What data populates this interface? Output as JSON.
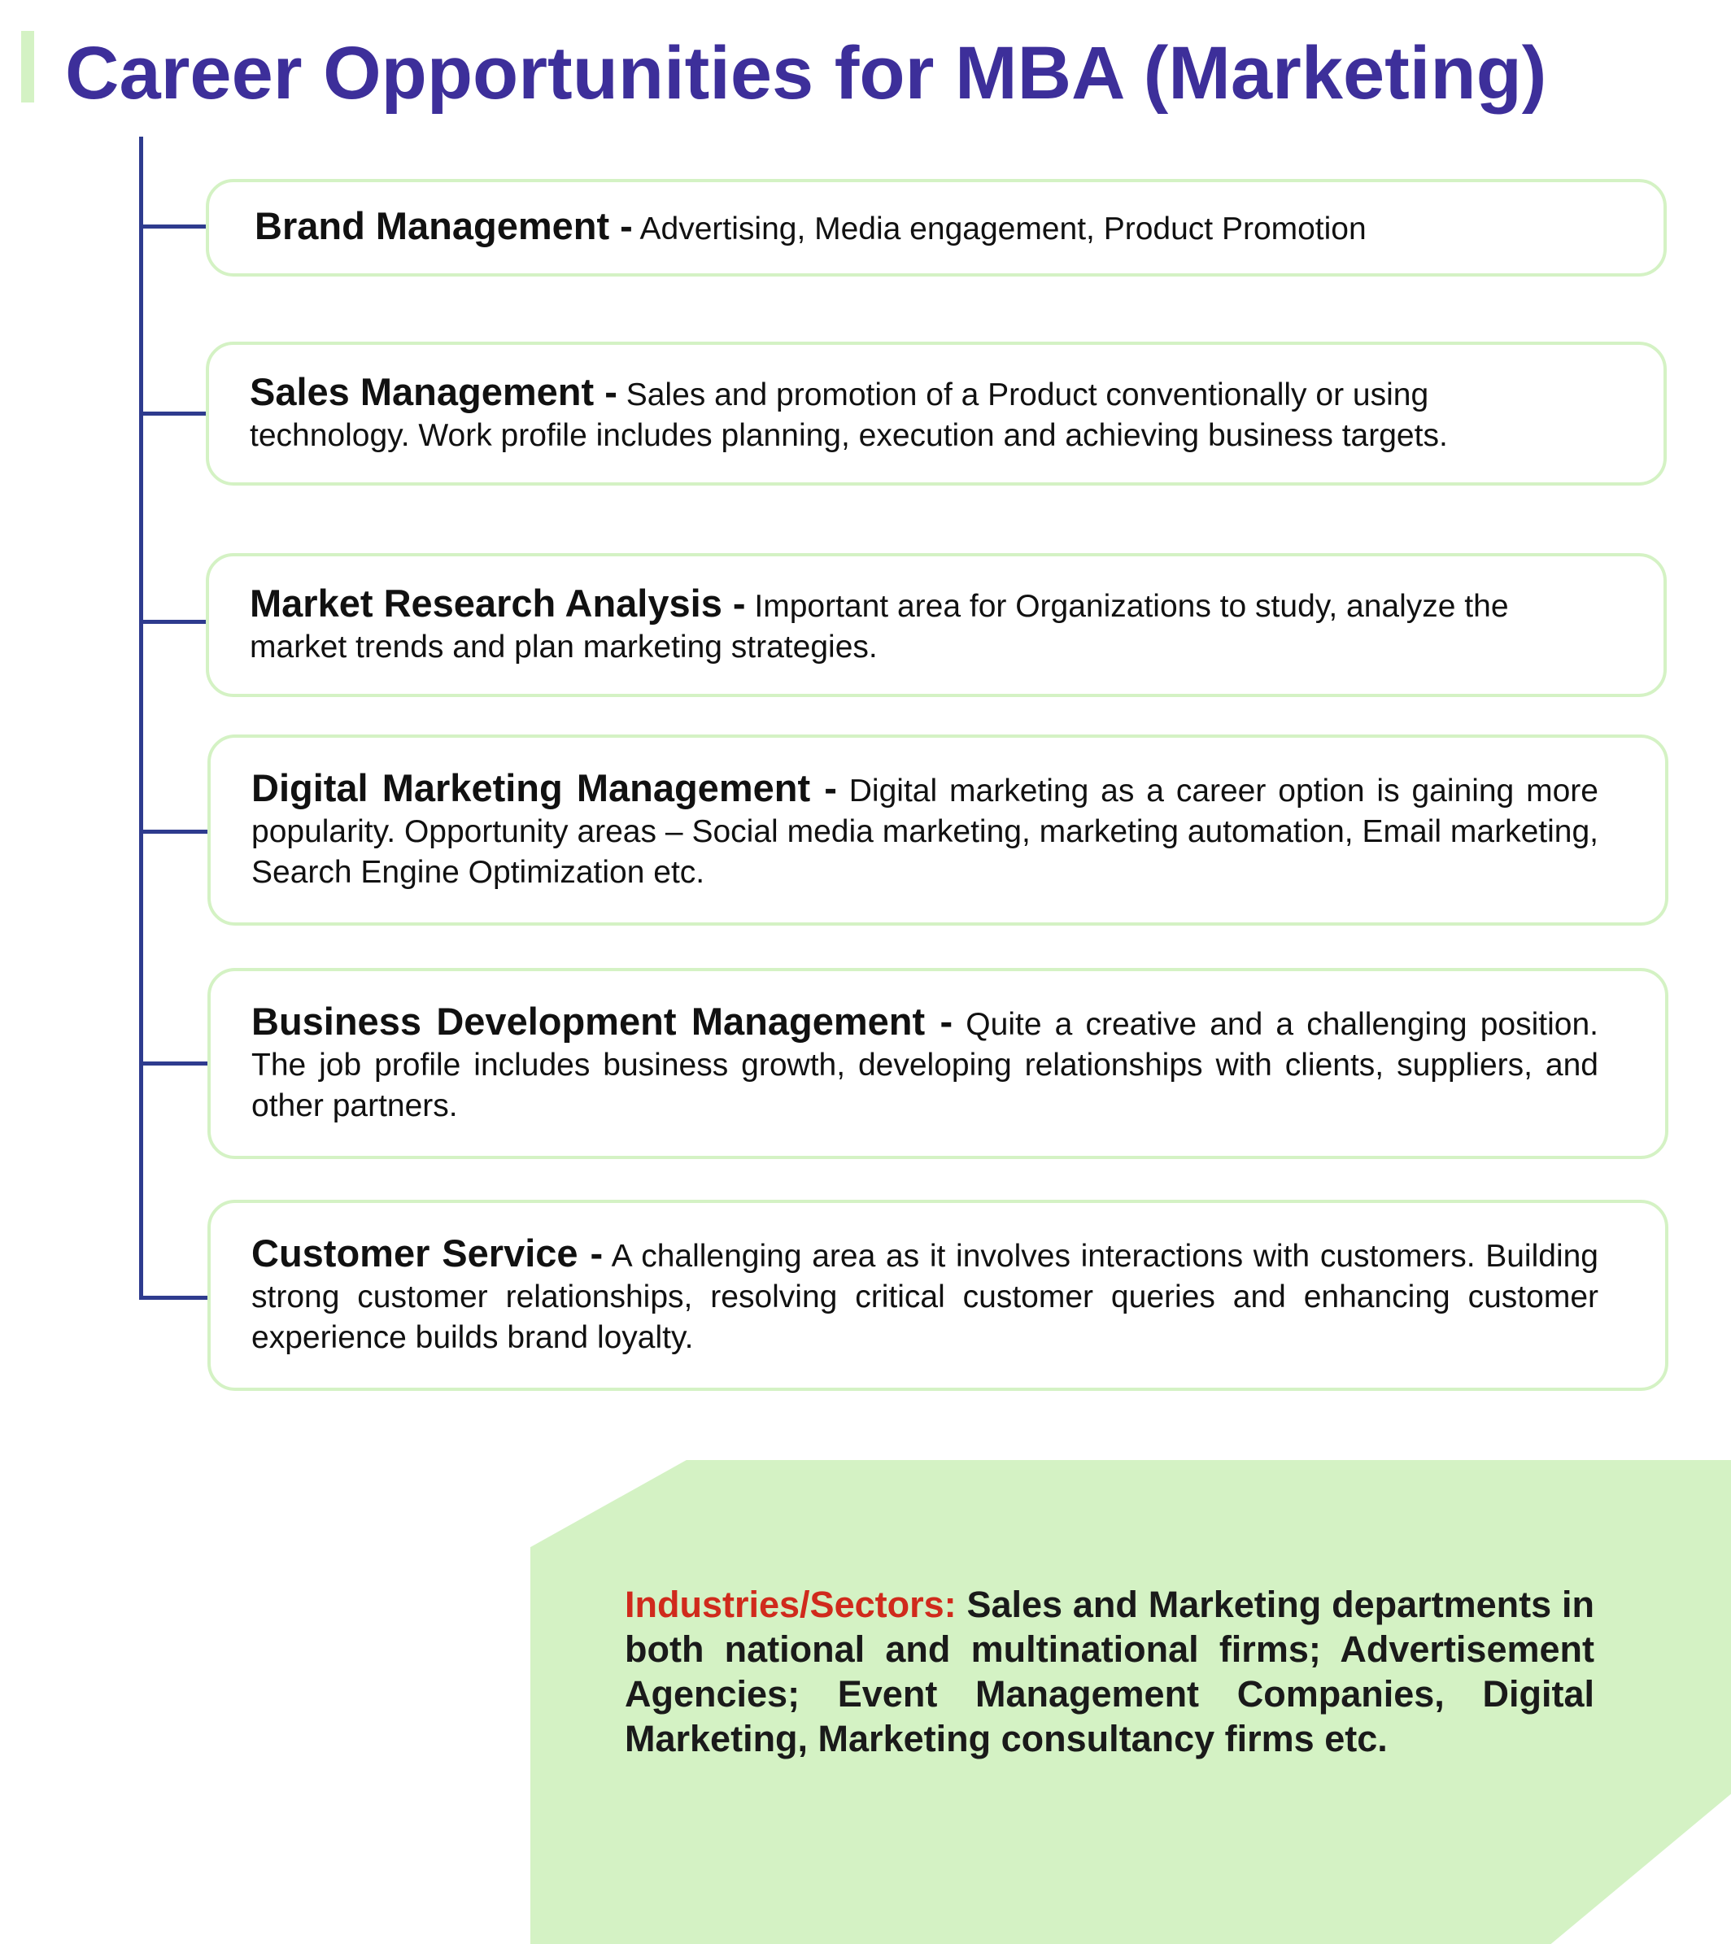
{
  "page": {
    "title": "Career Opportunities for MBA (Marketing)"
  },
  "careers": [
    {
      "title": "Brand Management -",
      "description": "Advertising, Media engagement, Product Promotion"
    },
    {
      "title": "Sales Management -",
      "description": "Sales and promotion of a Product conventionally or using technology. Work profile includes planning, execution and achieving business targets."
    },
    {
      "title": "Market Research Analysis -",
      "description": "Important area for Organizations to study, analyze the market trends and plan marketing strategies."
    },
    {
      "title": "Digital Marketing Management -",
      "description": "Digital marketing as a career option is gaining more popularity. Opportunity areas – Social media marketing, marketing automation, Email marketing, Search Engine Optimization etc."
    },
    {
      "title": "Business Development Management -",
      "description": "Quite a creative and a challenging position. The job profile includes business growth, developing relationships with clients, suppliers, and other partners."
    },
    {
      "title": "Customer Service -",
      "description": "A challenging area as it involves interactions with customers. Building strong customer relationships, resolving critical customer queries and enhancing customer experience builds brand loyalty."
    }
  ],
  "industries": {
    "label": "Industries/Sectors:",
    "text": "Sales and Marketing departments in both national and multinational firms; Advertisement Agencies; Event Management Companies, Digital Marketing, Marketing consultancy firms etc."
  },
  "colors": {
    "title": "#3d2f9a",
    "tree_line": "#2e3b8e",
    "card_border": "#d4f2c4",
    "panel_background": "#d4f2c4",
    "industries_label": "#d02a1c"
  }
}
